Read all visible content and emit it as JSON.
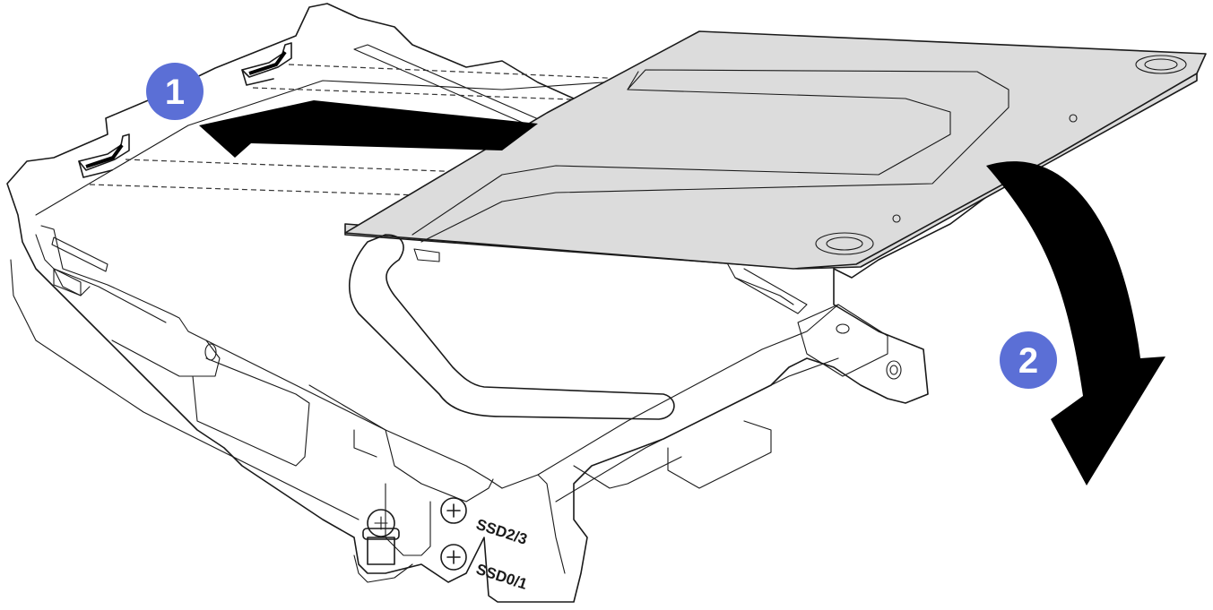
{
  "steps": [
    {
      "number": "1",
      "color": "#5b6fd6"
    },
    {
      "number": "2",
      "color": "#5b6fd6"
    }
  ],
  "labels": {
    "slot_upper": "SSD2/3",
    "slot_lower": "SSD0/1"
  },
  "icons": {
    "screw_upper": "phillips-screw-icon",
    "screw_lower": "phillips-screw-icon",
    "arrow_1": "straight-arrow-left",
    "arrow_2": "curved-arrow-down"
  }
}
